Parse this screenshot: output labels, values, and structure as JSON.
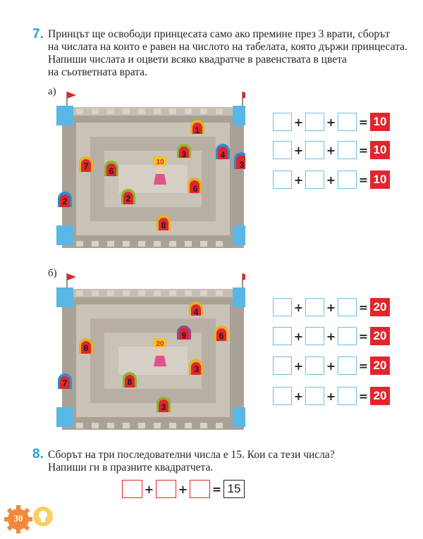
{
  "task7": {
    "number": "7.",
    "lines": [
      "Принцът ще освободи принцесата само ако премине през 3 врати, сборът",
      "на числата на които е равен на числото на табелата, която държи принцесата.",
      "Напиши числата и оцвети всяко квадратче в равенствата в цвета",
      "на съответната врата."
    ]
  },
  "castle_a": {
    "label": "а)",
    "sign": "10",
    "doors": [
      "1",
      "4",
      "7",
      "3",
      "6",
      "3",
      "2",
      "6",
      "2",
      "8"
    ],
    "rows": [
      {
        "op1": "+",
        "op2": "+",
        "eq": "=",
        "target": "10"
      },
      {
        "op1": "+",
        "op2": "+",
        "eq": "=",
        "target": "10"
      },
      {
        "op1": "+",
        "op2": "+",
        "eq": "=",
        "target": "10"
      }
    ]
  },
  "castle_b": {
    "label": "б)",
    "sign": "20",
    "doors": [
      "4",
      "9",
      "6",
      "8",
      "3",
      "7",
      "8",
      "3"
    ],
    "rows": [
      {
        "op1": "+",
        "op2": "+",
        "eq": "=",
        "target": "20"
      },
      {
        "op1": "+",
        "op2": "+",
        "eq": "=",
        "target": "20"
      },
      {
        "op1": "+",
        "op2": "+",
        "eq": "=",
        "target": "20"
      },
      {
        "op1": "+",
        "op2": "+",
        "eq": "=",
        "target": "20"
      }
    ]
  },
  "task8": {
    "number": "8.",
    "lines": [
      "Сборът на три последователни числа е 15. Кои са тези числа?",
      "Напиши ги в празните квадратчета."
    ],
    "op1": "+",
    "op2": "+",
    "eq": "=",
    "target": "15"
  },
  "page": {
    "number": "30"
  },
  "colors": {
    "accent": "#2a9ed8",
    "red": "#e1252d",
    "wall": "#a9a196",
    "floor": "#c9c2b6",
    "door_yellow": "#e8b21e",
    "door_blue": "#2b8fd3",
    "door_green": "#8ab52c",
    "door_red": "#d3242c",
    "door_purple": "#8c4a9a"
  }
}
